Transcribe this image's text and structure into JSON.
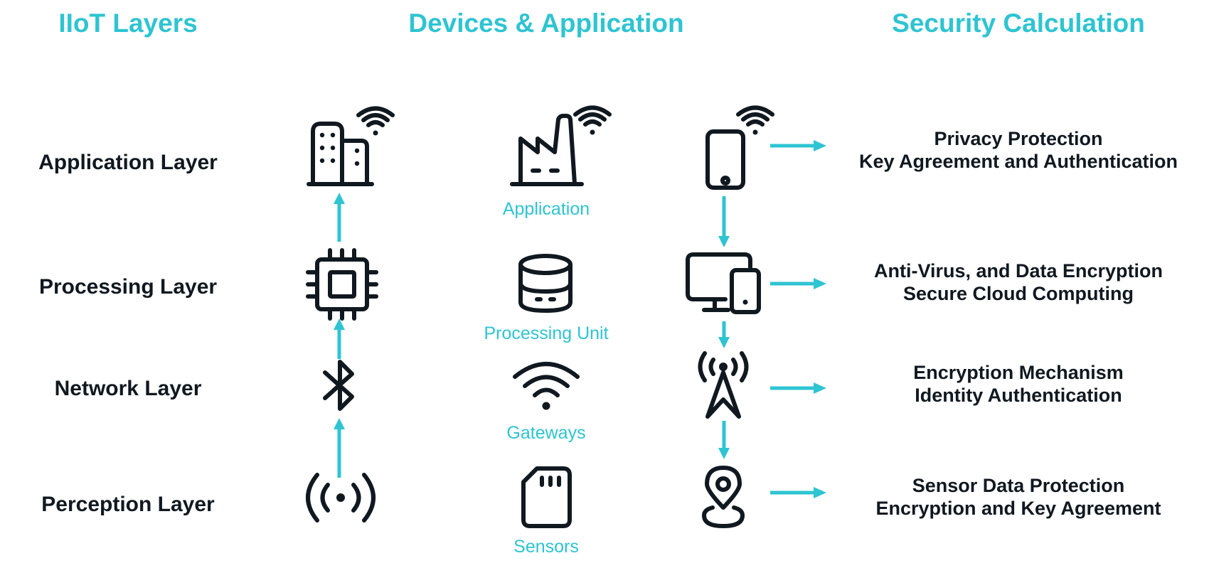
{
  "headers": {
    "layers": "IIoT Layers",
    "devices": "Devices & Application",
    "security": "Security Calculation"
  },
  "layers": [
    "Application Layer",
    "Processing Layer",
    "Network Layer",
    "Perception Layer"
  ],
  "devices": [
    "Application",
    "Processing Unit",
    "Gateways",
    "Sensors"
  ],
  "security": [
    {
      "line1": "Privacy Protection",
      "line2": "Key Agreement and Authentication"
    },
    {
      "line1": "Anti-Virus, and Data Encryption",
      "line2": "Secure Cloud Computing"
    },
    {
      "line1": "Encryption Mechanism",
      "line2": "Identity Authentication"
    },
    {
      "line1": "Sensor Data Protection",
      "line2": "Encryption and Key Agreement"
    }
  ],
  "icons": {
    "column1": [
      "buildings-wifi-icon",
      "cpu-chip-icon",
      "bluetooth-icon",
      "broadcast-signal-icon"
    ],
    "column2": [
      "factory-wifi-icon",
      "database-icon",
      "wifi-icon",
      "sd-card-icon"
    ],
    "column3": [
      "smartphone-wifi-icon",
      "computer-devices-icon",
      "antenna-tower-icon",
      "location-pin-icon"
    ]
  },
  "colors": {
    "accent": "#2ec4d2",
    "text": "#101820"
  }
}
